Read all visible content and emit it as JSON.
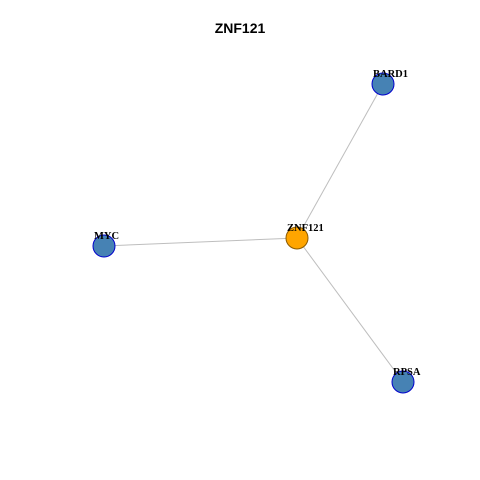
{
  "title": "ZNF121",
  "graph": {
    "nodes": [
      {
        "id": "ZNF121",
        "label": "ZNF121",
        "role": "center",
        "fill": "#FFA500",
        "stroke": "#8B5A00"
      },
      {
        "id": "BARD1",
        "label": "BARD1",
        "role": "neighbor",
        "fill": "#4682B4",
        "stroke": "#0000CD"
      },
      {
        "id": "MYC",
        "label": "MYC",
        "role": "neighbor",
        "fill": "#4682B4",
        "stroke": "#0000CD"
      },
      {
        "id": "RPSA",
        "label": "RPSA",
        "role": "neighbor",
        "fill": "#4682B4",
        "stroke": "#0000CD"
      }
    ],
    "edges": [
      {
        "source": "ZNF121",
        "target": "BARD1"
      },
      {
        "source": "ZNF121",
        "target": "MYC"
      },
      {
        "source": "ZNF121",
        "target": "RPSA"
      }
    ],
    "edge_color": "#BEBEBE"
  }
}
